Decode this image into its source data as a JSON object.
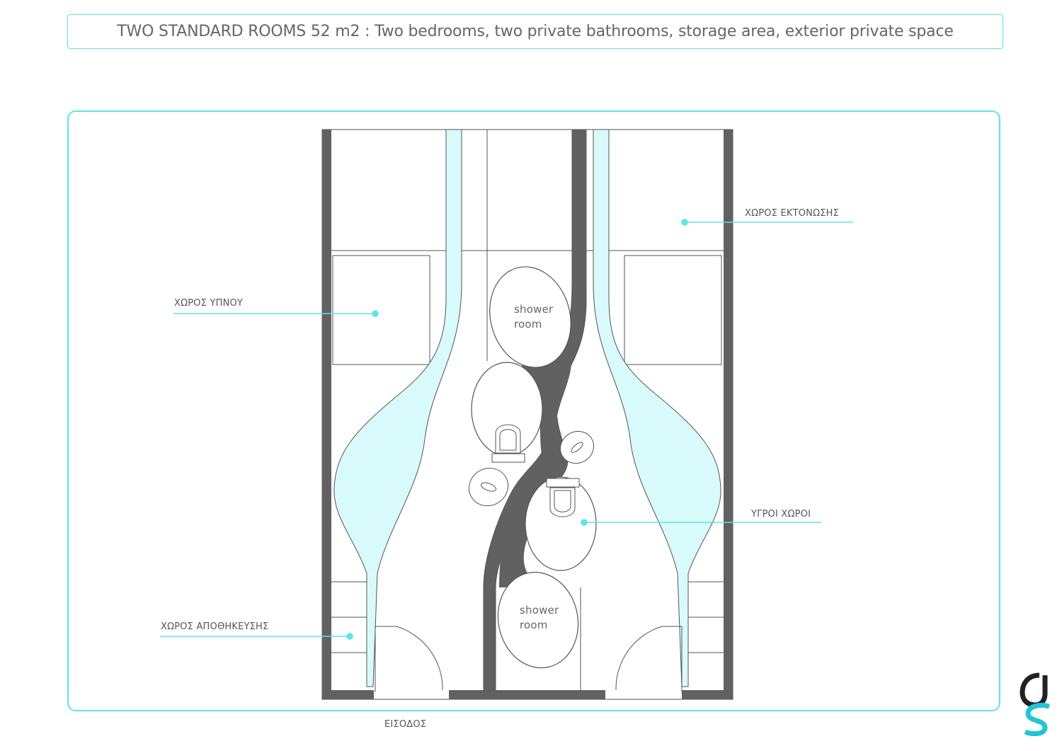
{
  "title": "TWO STANDARD ROOMS  52 m2 : Two bedrooms, two private bathrooms, storage area, exterior private space",
  "labels": {
    "sleeping_area": "ΧΩΡΟΣ ΥΠΝΟΥ",
    "relaxation_area": "ΧΩΡΟΣ ΕΚΤΟΝΩΣΗΣ",
    "wet_areas": "ΥΓΡΟΙ ΧΩΡΟΙ",
    "storage_area": "ΧΩΡΟΣ ΑΠΟΘΗΚΕΥΣΗΣ",
    "entrance": "ΕΙΣΟΔΟΣ"
  },
  "rooms": {
    "shower_top_line1": "shower",
    "shower_top_line2": "room",
    "shower_bottom_line1": "shower",
    "shower_bottom_line2": "room"
  },
  "colors": {
    "accent": "#5fe3e8",
    "wall": "#616161",
    "water_fill": "#d9fafb",
    "line": "#555555"
  },
  "logo": "as-monogram"
}
